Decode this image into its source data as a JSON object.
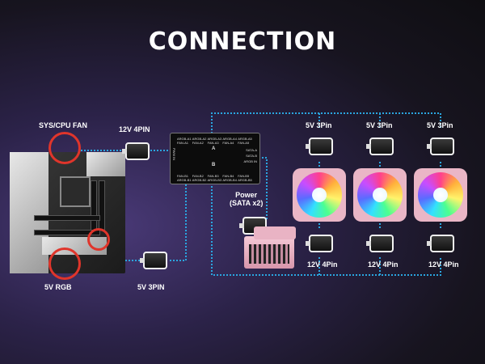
{
  "title": "CONNECTION",
  "labels": {
    "sys_cpu_fan": "SYS/CPU FAN",
    "rgb_5v": "5V RGB",
    "pin4_12v": "12V 4PIN",
    "pin3_5v": "5V 3PIN",
    "power_line1": "Power",
    "power_line2": "(SATA x2)",
    "fan_top": "5V 3Pin",
    "fan_bottom": "12V 4Pin"
  },
  "hub": {
    "section_a": "A",
    "section_b": "B",
    "top_ports": [
      "ARGB-A1 FAN-A1",
      "ARGB-A2 FAN-A2",
      "ARGB-A3 FAN-A3",
      "ARGB-A4 FAN-A4",
      "ARGB-A5 FAN-A5"
    ],
    "bottom_ports": [
      "FAN-B1 ARGB-B1",
      "FAN-B2 ARGB-B2",
      "FAN-B3 ARGB-B3",
      "FAN-B4 ARGB-B4",
      "FAN-B5 ARGB-B5"
    ],
    "left_label": "PWM IN",
    "right_labels": [
      "SATA-A",
      "SATA-B",
      "ARGB IN"
    ]
  },
  "colors": {
    "wire": "#2aa6e0",
    "highlight": "#e0352b",
    "fan_frame": "#eab6c6"
  }
}
